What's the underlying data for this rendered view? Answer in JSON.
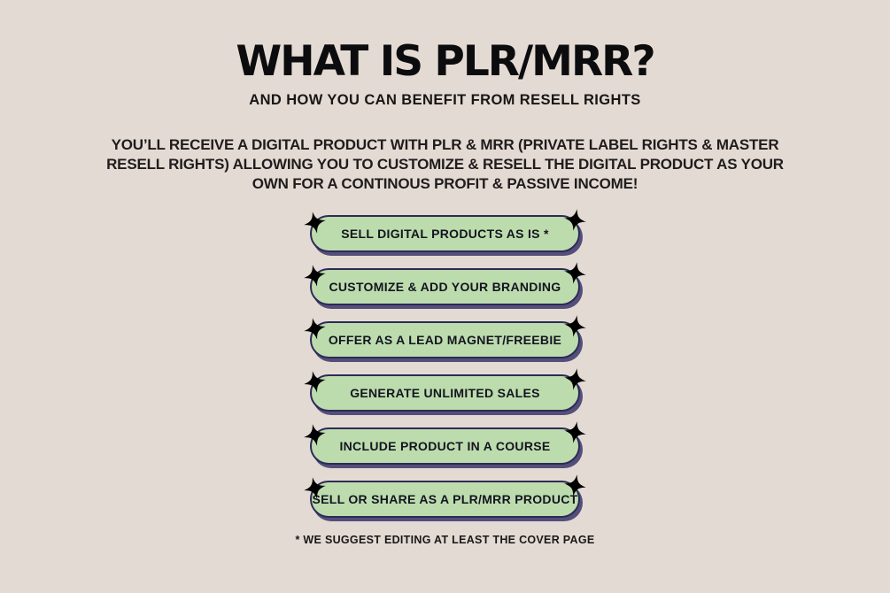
{
  "header": {
    "title": "WHAT IS PLR/MRR?",
    "subtitle": "AND HOW YOU CAN BENEFIT FROM RESELL RIGHTS"
  },
  "intro": {
    "lines": [
      "YOU’LL RECEIVE A DIGITAL PRODUCT WITH PLR & MRR (PRIVATE LABEL RIGHTS & MASTER",
      "RESELL RIGHTS) ALLOWING YOU TO CUSTOMIZE & RESELL THE DIGITAL PRODUCT AS YOUR",
      "OWN FOR A CONTINOUS PROFIT & PASSIVE INCOME!"
    ]
  },
  "benefits": [
    {
      "label": "SELL DIGITAL PRODUCTS AS IS *"
    },
    {
      "label": "CUSTOMIZE & ADD YOUR BRANDING"
    },
    {
      "label": "OFFER AS A LEAD MAGNET/FREEBIE"
    },
    {
      "label": "GENERATE UNLIMITED SALES"
    },
    {
      "label": "INCLUDE PRODUCT IN A COURSE"
    },
    {
      "label": "SELL OR SHARE AS A PLR/MRR PRODUCT"
    }
  ],
  "footnote": "* WE SUGGEST EDITING AT LEAST THE COVER PAGE",
  "colors": {
    "background": "#e3dbd3",
    "pill_fill": "#bcdcae",
    "pill_border": "#2e2a56",
    "pill_shadow": "#544e7a",
    "title_text": "#0c0c0e",
    "body_text": "#201c1d",
    "sparkle_fill": "#ffffff"
  }
}
